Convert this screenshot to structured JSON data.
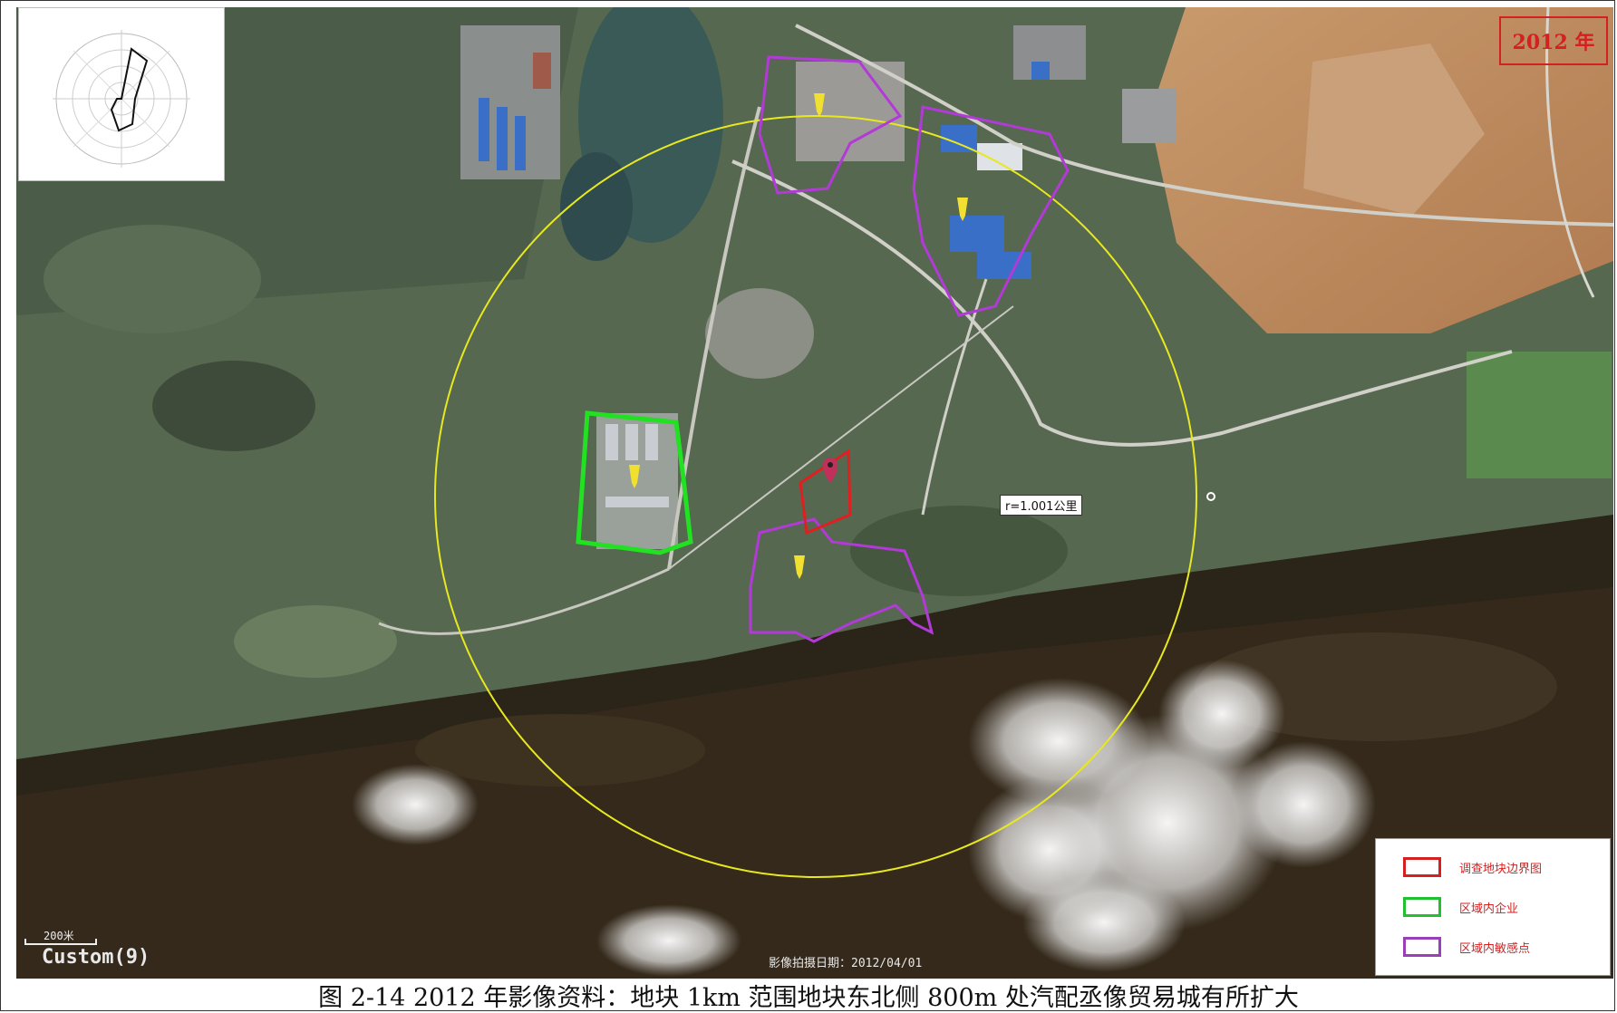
{
  "header": {
    "year_label": "2012 年"
  },
  "windrose": {
    "title": "",
    "k_label": ""
  },
  "map": {
    "toolbar_text": "",
    "toolbar_sub": "",
    "radius_label": "r=1.001公里",
    "scale_label": "200米",
    "custom_label": "Custom(9)",
    "capture_date": "影像拍摄日期：2012/04/01",
    "colors": {
      "boundary": "#d42020",
      "enterprise": "#22d022",
      "sensitive": "#b23ad6",
      "circle": "#f0f020"
    }
  },
  "legend": {
    "items": [
      {
        "label": "调查地块边界图",
        "color": "#d42020"
      },
      {
        "label": "区域内企业",
        "color": "#22c030"
      },
      {
        "label": "区域内敏感点",
        "color": "#9b3fb8"
      }
    ]
  },
  "caption": "图 2-14 2012 年影像资料：地块 1km 范围地块东北侧 800m 处汽配丞像贸易城有所扩大"
}
